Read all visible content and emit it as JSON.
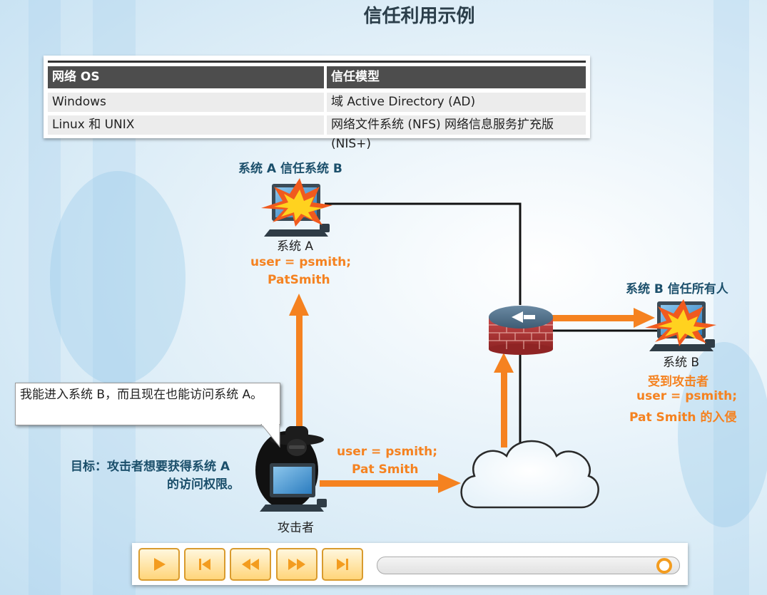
{
  "title": "信任利用示例",
  "table": {
    "headers": [
      "网络 OS",
      "信任模型"
    ],
    "rows": [
      [
        "Windows",
        "域 Active Directory (AD)"
      ],
      [
        "Linux 和 UNIX",
        "网络文件系统 (NFS) 网络信息服务扩充版 (NIS+)"
      ]
    ]
  },
  "diagram": {
    "system_a_heading": "系统 A 信任系统 B",
    "system_a_name": "系统 A",
    "system_a_creds_1": "user = psmith;",
    "system_a_creds_2": "PatSmith",
    "system_b_heading": "系统 B 信任所有人",
    "system_b_name": "系统 B",
    "system_b_status_1": "受到攻击者",
    "system_b_status_2": "user = psmith;",
    "system_b_status_3": "Pat Smith 的入侵",
    "attacker_creds_1": "user = psmith;",
    "attacker_creds_2": "Pat Smith",
    "attacker_name": "攻击者",
    "goal_1": "目标：攻击者想要获得系统 A",
    "goal_2": "的访问权限。",
    "speech": "我能进入系统 B，而且现在也能访问系统 A。"
  },
  "player": {
    "controls": [
      "play",
      "skip-to-start",
      "rewind",
      "fast-forward",
      "skip-to-end"
    ],
    "progress": 1.0
  },
  "colors": {
    "accent_orange": "#f58220",
    "heading_teal": "#1b4f6b",
    "table_header": "#4d4d4d",
    "button_border": "#d99b2e"
  }
}
